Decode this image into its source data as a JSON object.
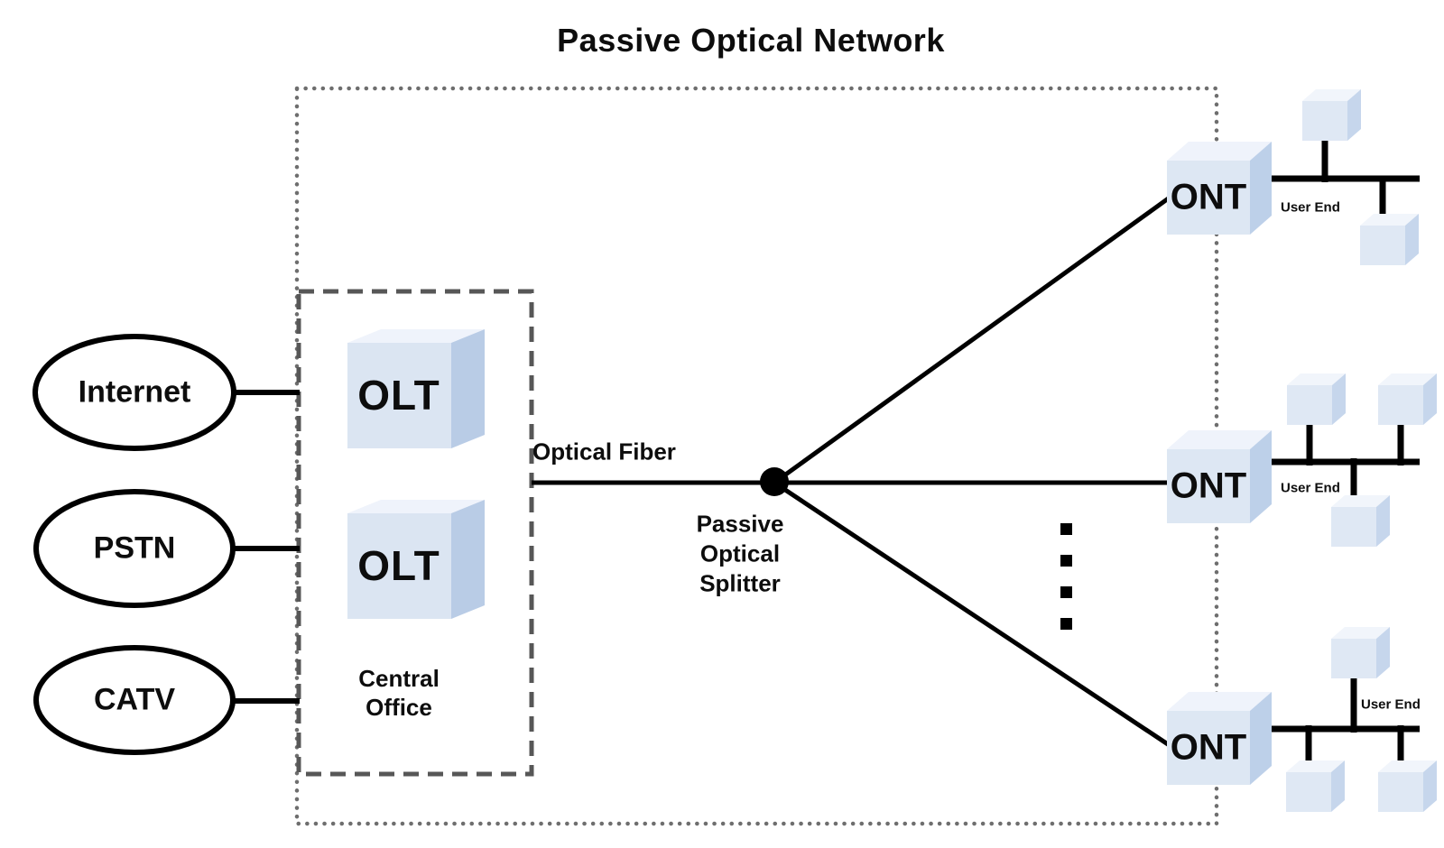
{
  "title": "Passive Optical Network",
  "sources": [
    {
      "label": "Internet"
    },
    {
      "label": "PSTN"
    },
    {
      "label": "CATV"
    }
  ],
  "central_office": {
    "label": "Central\nOffice",
    "olt1": "OLT",
    "olt2": "OLT"
  },
  "fiber_label": "Optical Fiber",
  "splitter_label": "Passive\nOptical\nSplitter",
  "onts": [
    {
      "label": "ONT",
      "user_end": "User End"
    },
    {
      "label": "ONT",
      "user_end": "User End"
    },
    {
      "label": "ONT",
      "user_end": "User End"
    }
  ],
  "colors": {
    "cube_front": "#dbe5f2",
    "cube_top": "#eff3fb",
    "cube_side": "#b9cce6",
    "line": "#000000",
    "dotted_border": "#6e6e6e",
    "dashed_border": "#575757"
  }
}
